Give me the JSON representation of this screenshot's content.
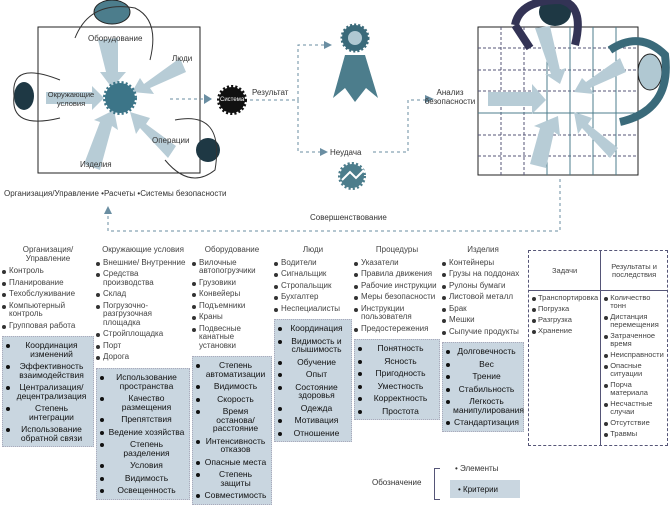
{
  "left_diagram": {
    "equipment": "Оборудование",
    "people": "Люди",
    "environment": "Окружающие условия",
    "operations": "Операции",
    "products": "Изделия",
    "system_gear": "Система"
  },
  "flow": {
    "result": "Результат",
    "failure": "Неудача",
    "analysis": "Анализ безопасности",
    "improvement": "Совершенствование",
    "bottom_line": "Организация/Управление  •Расчеты  •Системы безопасности"
  },
  "columns": [
    {
      "header": "Организация/ Управление",
      "items": [
        "Контроль",
        "Планирование",
        "Техобслуживание",
        "Компьютерный контроль",
        "Групповая работа"
      ],
      "criteria": [
        "Координация изменений",
        "Эффективность взаимодействия",
        "Централизация/ децентрализация",
        "Степень интеграции",
        "Использование обратной связи"
      ]
    },
    {
      "header": "Окружающие условия",
      "items": [
        "Внешние/ Внутренние",
        "Средства производства",
        "Склад",
        "Погрузочно-разгрузочная площадка",
        "Стройплощадка",
        "Порт",
        "Дорога"
      ],
      "criteria": [
        "Использование пространства",
        "Качество размещения",
        "Препятствия",
        "Ведение хозяйства",
        "Степень разделения",
        "Условия",
        "Видимость",
        "Освещенность"
      ]
    },
    {
      "header": "Оборудование",
      "items": [
        "Вилочные автопогрузчики",
        "Грузовики",
        "Конвейеры",
        "Подъемники",
        "Краны",
        "Подвесные канатные установки"
      ],
      "criteria": [
        "Степень автоматизации",
        "Видимость",
        "Скорость",
        "Время останова/ расстояние",
        "Интенсивность отказов",
        "Опасные места",
        "Степень защиты",
        "Совместимость"
      ]
    },
    {
      "header": "Люди",
      "items": [
        "Водители",
        "Сигнальщик",
        "Стропальщик",
        "Бухгалтер",
        "Неспециалисты"
      ],
      "criteria": [
        "Координация",
        "Видимость и слышимость",
        "Обучение",
        "Опыт",
        "Состояние здоровья",
        "Одежда",
        "Мотивация",
        "Отношение"
      ]
    },
    {
      "header": "Процедуры",
      "items": [
        "Указатели",
        "Правила движения",
        "Рабочие инструкции",
        "Меры безопасности",
        "Инструкции пользователя",
        "Предостережения"
      ],
      "criteria": [
        "Понятность",
        "Ясность",
        "Пригодность",
        "Уместность",
        "Корректность",
        "Простота"
      ]
    },
    {
      "header": "Изделия",
      "items": [
        "Контейнеры",
        "Грузы на поддонах",
        "Рулоны бумаги",
        "Листовой металл",
        "Брак",
        "Мешки",
        "Сыпучие продукты"
      ],
      "criteria": [
        "Долговечность",
        "Вес",
        "Трение",
        "Стабильность",
        "Легкость манипулирования",
        "Стандартизация"
      ]
    }
  ],
  "table": {
    "col1_header": "Задачи",
    "col2_header": "Результаты и последствия",
    "tasks": [
      "Транспортировка",
      "Погрузка",
      "Разгрузка",
      "Хранение"
    ],
    "results": [
      "Количество тонн",
      "Дистанция перемещения",
      "Затраченное время",
      "Неисправности",
      "Опасные ситуации",
      "Порча материала",
      "Несчастные случаи",
      "Отсутствие",
      "Травмы"
    ]
  },
  "legend": {
    "title": "Обозначение",
    "elements": "Элементы",
    "criteria": "Критерии"
  }
}
